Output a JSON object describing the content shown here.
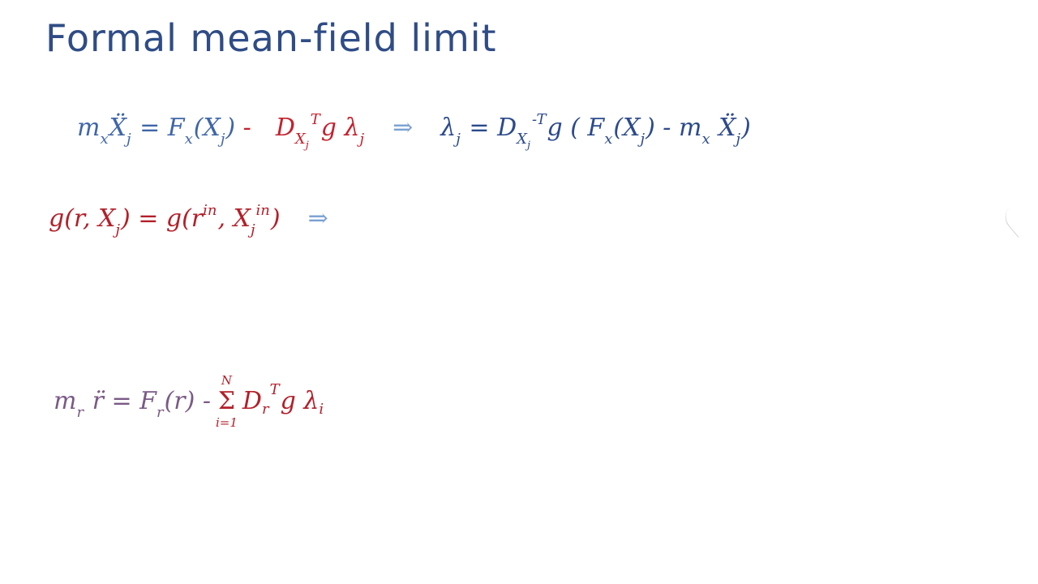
{
  "title": "Formal mean-field limit",
  "colors": {
    "title": "#2f4c86",
    "light_blue": "#3f66a8",
    "dark_blue": "#2c4a8c",
    "red": "#c4222e",
    "purple": "#7a5a86",
    "arrow": "#7aa0d2"
  },
  "line1": {
    "lhs": "m",
    "lhs_sub": "x",
    "x_ddot": "Ẍ",
    "j": "j",
    "eq_rest": " = F",
    "F_sub": "x",
    "F_arg": "(X",
    "F_arg_close": ")",
    "minus": " -",
    "D": "D",
    "D_sub": "X",
    "D_sup": "T",
    "g": "g",
    "lambda": "λ",
    "arrow": "⇒"
  },
  "line1_result": {
    "lambda": "λ",
    "j": "j",
    "eq": " = D",
    "D_sub": "X",
    "D_sup": "-T",
    "g_open": "g ( F",
    "F_sub": "x",
    "arg": "(X",
    "mid": ") - m",
    "m_sub": "x",
    "x_ddot": " Ẍ",
    "close": ")"
  },
  "line2": {
    "lhs": "g(r, X",
    "j": "j",
    "mid": ") = g(r",
    "in": "in",
    "comma": ", X",
    "close": ")",
    "arrow": "⇒"
  },
  "line3": {
    "lhs": "m",
    "m_sub": "r",
    "r_ddot": " r̈ = F",
    "F_sub": "r",
    "arg": "(r) -",
    "sum_top": "N",
    "sum_sign": "Σ",
    "sum_bot": "i=1",
    "D": "D",
    "D_sub": "r",
    "D_sup": "T",
    "g": "g",
    "lambda": "λ",
    "i": "i"
  }
}
